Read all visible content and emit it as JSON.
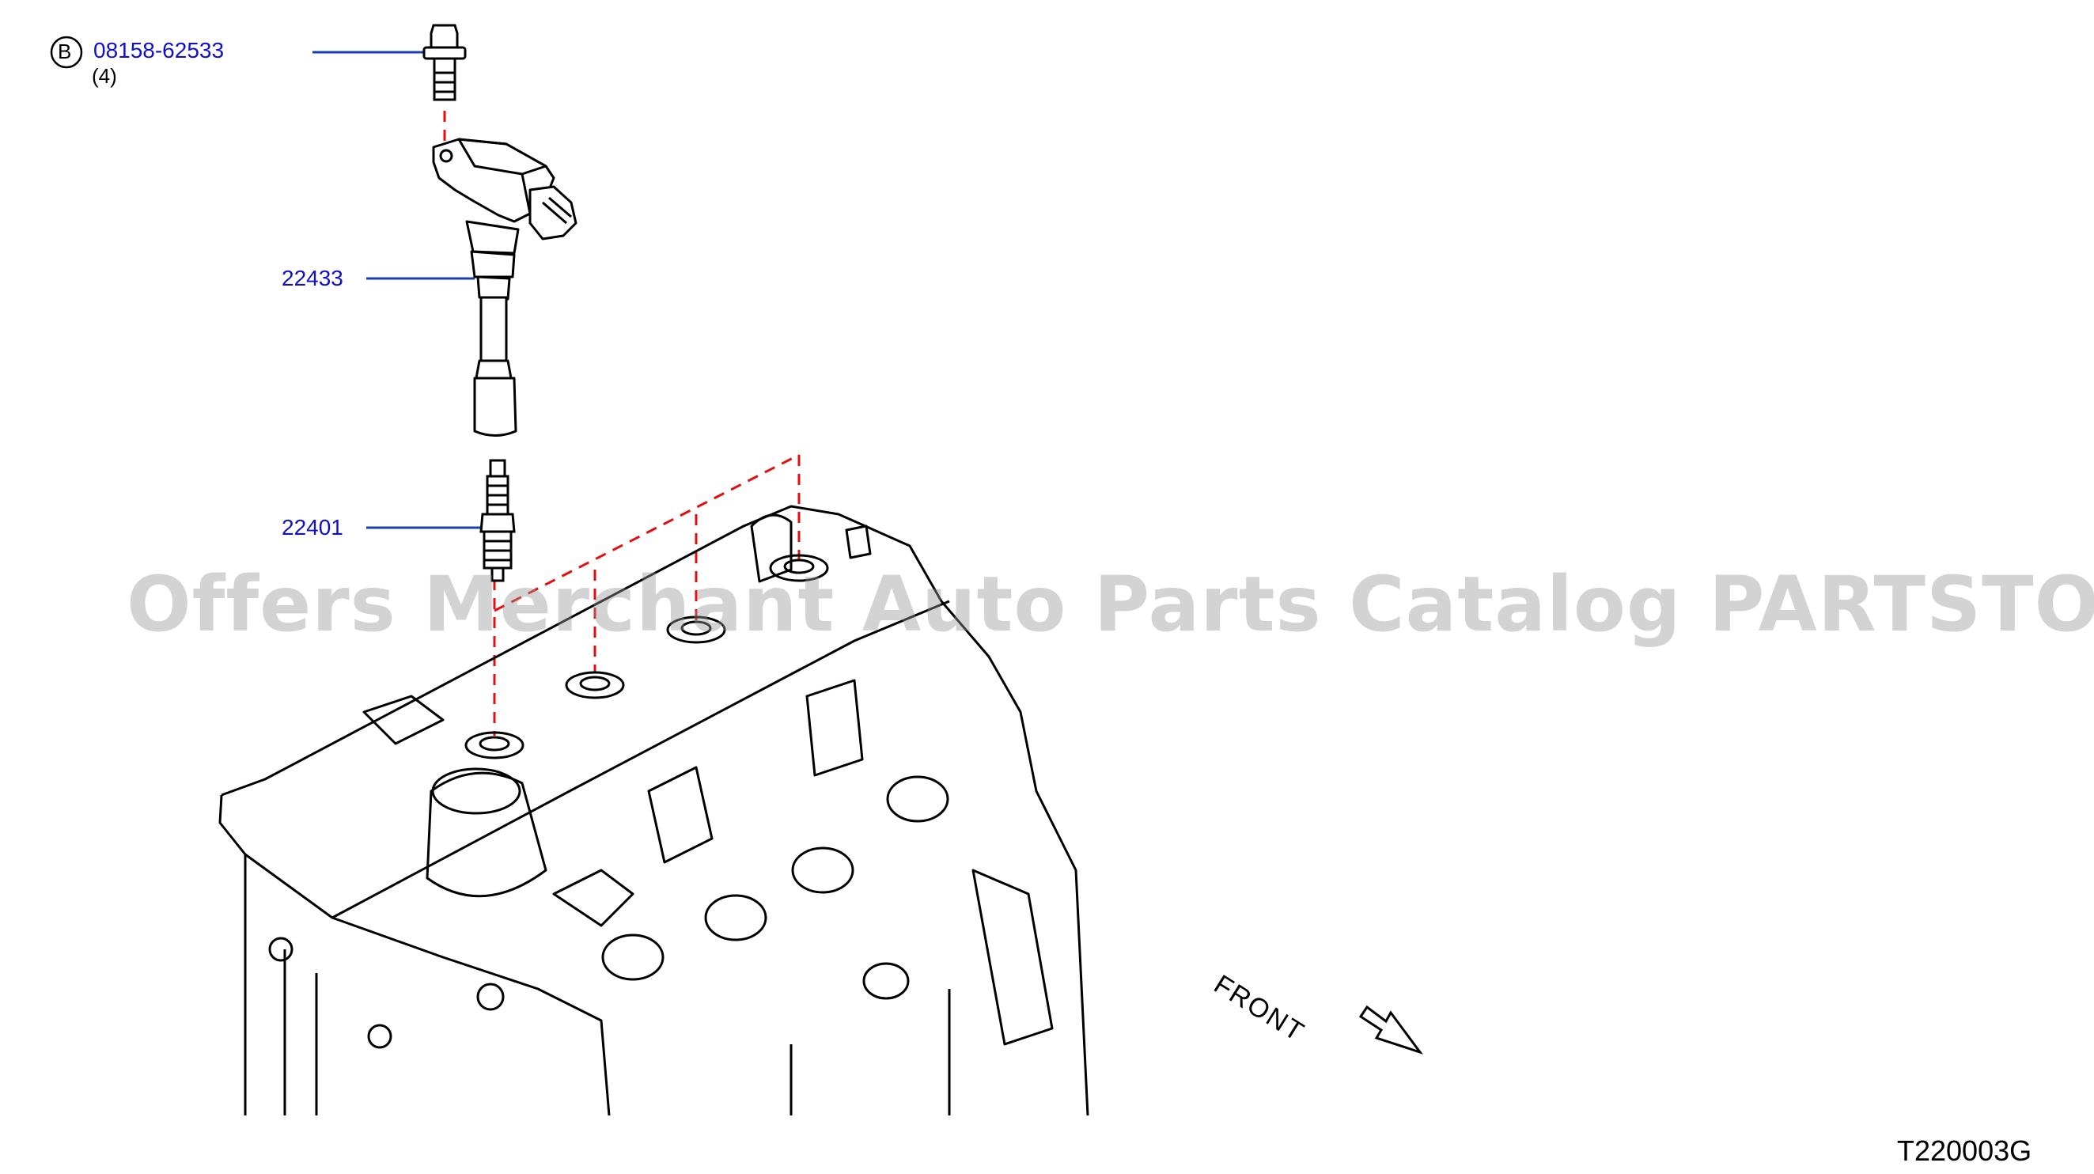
{
  "parts": {
    "bolt": {
      "callout_letter": "B",
      "number": "08158-62533",
      "quantity": "(4)"
    },
    "ignition_coil": {
      "number": "22433"
    },
    "spark_plug": {
      "number": "22401"
    }
  },
  "orientation_label": "FRONT",
  "diagram_code": "T220003G",
  "watermark": "Offers Merchant Auto Parts Catalog PARTSTORE.SA",
  "colors": {
    "part_number": "#1010c8",
    "leader_line": "#1a3fb0",
    "dashed_line": "#e01010",
    "outline": "#000000"
  }
}
